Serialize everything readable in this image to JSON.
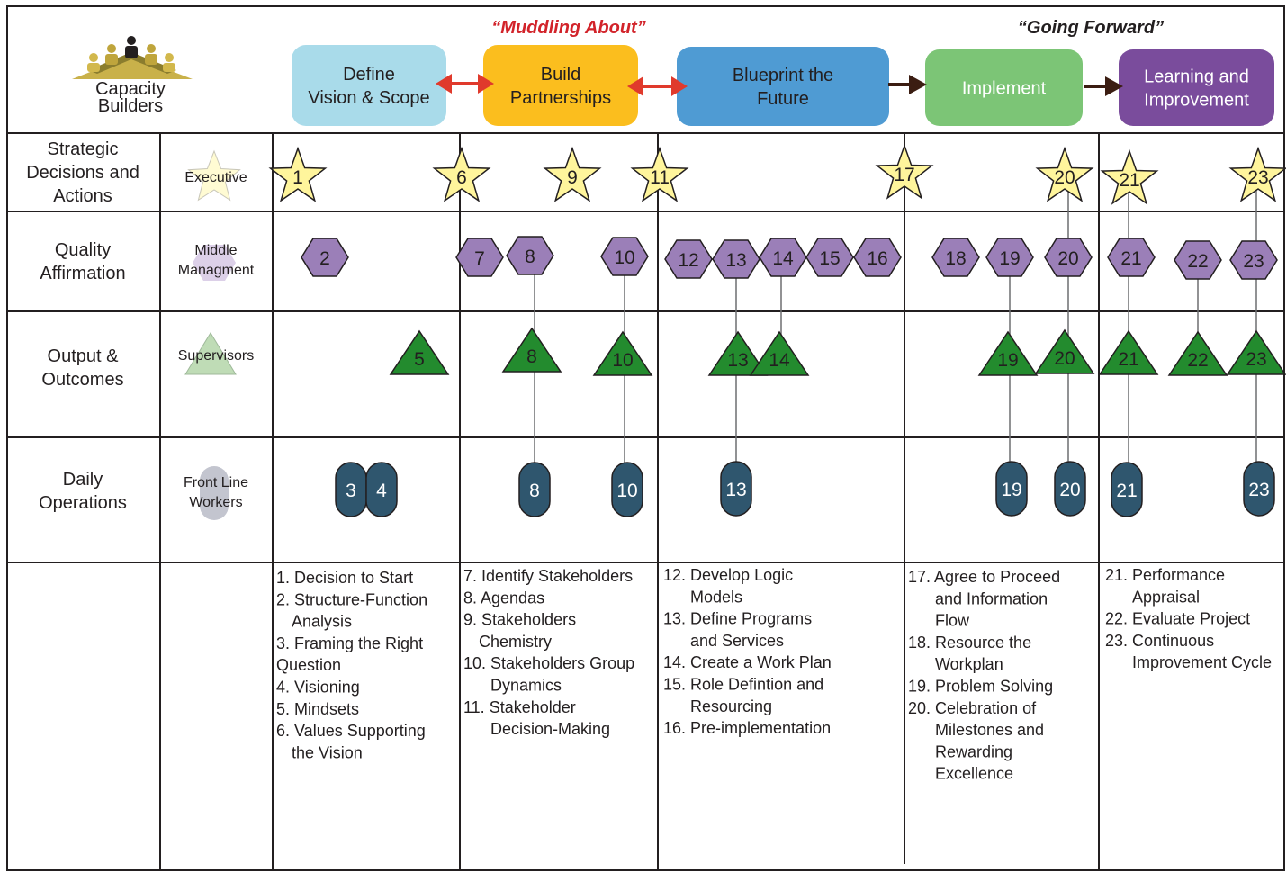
{
  "logo": {
    "line1": "Capacity",
    "line2": "Builders"
  },
  "headlines": [
    {
      "text": "“Muddling About”",
      "color": "#d2232a"
    },
    {
      "text": "“Going Forward”",
      "color": "#231f20"
    }
  ],
  "phases": [
    {
      "lines": [
        "Define",
        "Vision & Scope"
      ],
      "color": "#a9dbea",
      "text_color": "#231f20"
    },
    {
      "lines": [
        "Build",
        "Partnerships"
      ],
      "color": "#fbbe1e",
      "text_color": "#231f20"
    },
    {
      "lines": [
        "Blueprint the",
        "Future"
      ],
      "color": "#4f9bd3",
      "text_color": "#231f20"
    },
    {
      "lines": [
        "Implement"
      ],
      "color": "#7cc576",
      "text_color": "#ffffff"
    },
    {
      "lines": [
        "Learning and",
        "Improvement"
      ],
      "color": "#7a4c9c",
      "text_color": "#ffffff"
    }
  ],
  "connectors": [
    {
      "type": "double-arrow",
      "color": "#e03a2c"
    },
    {
      "type": "double-arrow",
      "color": "#e03a2c"
    },
    {
      "type": "arrow",
      "color": "#3b1d12"
    },
    {
      "type": "arrow",
      "color": "#3b1d12"
    }
  ],
  "rows": [
    {
      "label": [
        "Strategic",
        "Decisions and",
        "Actions"
      ],
      "role": [
        "Executive"
      ],
      "shape": "star",
      "color": "#fff59c"
    },
    {
      "label": [
        "Quality",
        "Affirmation"
      ],
      "role": [
        "Middle",
        "Managment"
      ],
      "shape": "hexagon",
      "color": "#9b7fb8"
    },
    {
      "label": [
        "Output &",
        "Outcomes"
      ],
      "role": [
        "Supervisors"
      ],
      "shape": "triangle",
      "color": "#238b2e"
    },
    {
      "label": [
        "Daily",
        "Operations"
      ],
      "role": [
        "Front Line",
        "Workers"
      ],
      "shape": "capsule",
      "color": "#2f566e"
    }
  ],
  "markers": {
    "stars": [
      "1",
      "6",
      "9",
      "11",
      "17",
      "20",
      "21",
      "23"
    ],
    "hexagons": [
      "2",
      "7",
      "8",
      "10",
      "12",
      "13",
      "14",
      "15",
      "16",
      "18",
      "19",
      "20",
      "21",
      "22",
      "23"
    ],
    "triangles": [
      "5",
      "8",
      "10",
      "13",
      "14",
      "19",
      "20",
      "21",
      "22",
      "23"
    ],
    "capsules": [
      "3",
      "4",
      "8",
      "10",
      "13",
      "19",
      "20",
      "21",
      "23"
    ]
  },
  "lists": [
    [
      "1. Decision to Start",
      "2. Structure-Function",
      "    Analysis",
      "3. Framing the Right",
      "Question",
      "4. Visioning",
      "5. Mindsets",
      "6. Values Supporting",
      "    the Vision"
    ],
    [
      "7. Identify Stakeholders",
      "8. Agendas",
      "9. Stakeholders",
      "    Chemistry",
      "10. Stakeholders Group",
      "     Dynamics",
      "11. Stakeholder",
      "     Decision-Making"
    ],
    [
      "12. Develop Logic",
      "     Models",
      "13. Define Programs",
      "     and Services",
      "14. Create a Work Plan",
      "15. Role Defintion and",
      "     Resourcing",
      "16. Pre-implementation"
    ],
    [
      "17. Agree to Proceed",
      "     and Information",
      "     Flow",
      "18. Resource the",
      "     Workplan",
      "19. Problem Solving",
      "20. Celebration of",
      "     Milestones and",
      "     Rewarding",
      "     Excellence"
    ],
    [
      "21. Performance",
      "     Appraisal",
      "22. Evaluate Project",
      "23. Continuous",
      "     Improvement Cycle"
    ]
  ]
}
